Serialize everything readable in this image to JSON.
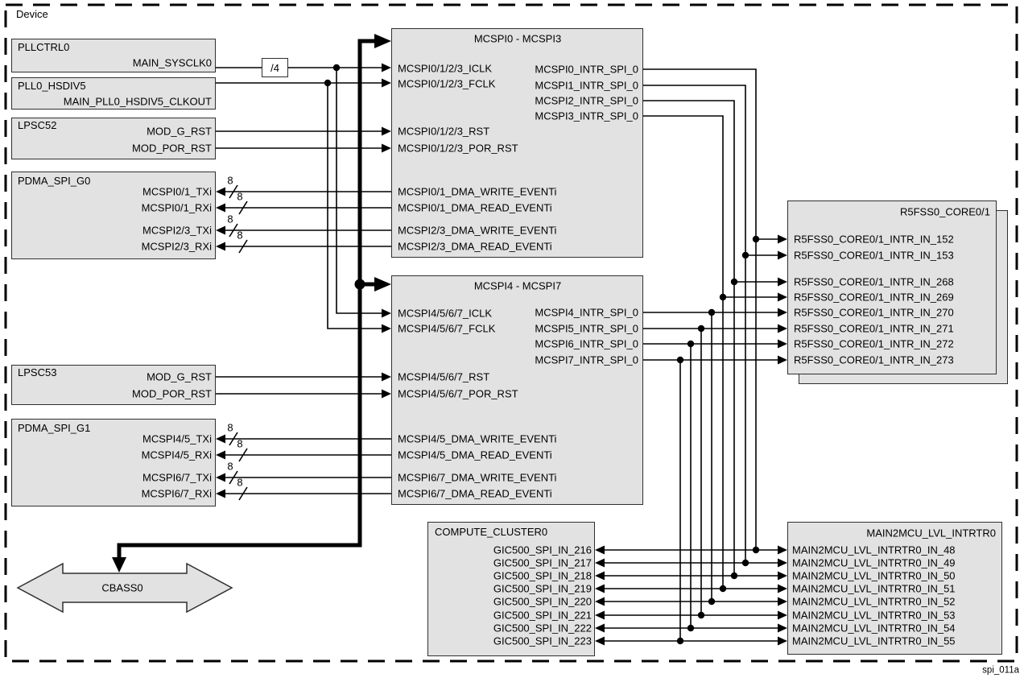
{
  "diagram": {
    "device_label": "Device",
    "figure_id": "spi_011a",
    "divider_label": "/4",
    "bus_width_label": "8",
    "colors": {
      "block_fill": "#e2e2e2",
      "line": "#000000",
      "background": "#ffffff"
    }
  },
  "blocks": {
    "pllctrl0": {
      "title": "PLLCTRL0",
      "ports": [
        "MAIN_SYSCLK0"
      ]
    },
    "pll0_hsdiv5": {
      "title": "PLL0_HSDIV5",
      "ports": [
        "MAIN_PLL0_HSDIV5_CLKOUT"
      ]
    },
    "lpsc52": {
      "title": "LPSC52",
      "ports": [
        "MOD_G_RST",
        "MOD_POR_RST"
      ]
    },
    "pdma_spi_g0": {
      "title": "PDMA_SPI_G0",
      "ports": [
        "MCSPI0/1_TXi",
        "MCSPI0/1_RXi",
        "MCSPI2/3_TXi",
        "MCSPI2/3_RXi"
      ]
    },
    "lpsc53": {
      "title": "LPSC53",
      "ports": [
        "MOD_G_RST",
        "MOD_POR_RST"
      ]
    },
    "pdma_spi_g1": {
      "title": "PDMA_SPI_G1",
      "ports": [
        "MCSPI4/5_TXi",
        "MCSPI4/5_RXi",
        "MCSPI6/7_TXi",
        "MCSPI6/7_RXi"
      ]
    },
    "mcspi0_3": {
      "title": "MCSPI0 - MCSPI3",
      "left_ports": [
        "MCSPI0/1/2/3_ICLK",
        "MCSPI0/1/2/3_FCLK",
        "MCSPI0/1/2/3_RST",
        "MCSPI0/1/2/3_POR_RST",
        "MCSPI0/1_DMA_WRITE_EVENTi",
        "MCSPI0/1_DMA_READ_EVENTi",
        "MCSPI2/3_DMA_WRITE_EVENTi",
        "MCSPI2/3_DMA_READ_EVENTi"
      ],
      "right_ports": [
        "MCSPI0_INTR_SPI_0",
        "MCSPI1_INTR_SPI_0",
        "MCSPI2_INTR_SPI_0",
        "MCSPI3_INTR_SPI_0"
      ]
    },
    "mcspi4_7": {
      "title": "MCSPI4 - MCSPI7",
      "left_ports": [
        "MCSPI4/5/6/7_ICLK",
        "MCSPI4/5/6/7_FCLK",
        "MCSPI4/5/6/7_RST",
        "MCSPI4/5/6/7_POR_RST",
        "MCSPI4/5_DMA_WRITE_EVENTi",
        "MCSPI4/5_DMA_READ_EVENTi",
        "MCSPI6/7_DMA_WRITE_EVENTi",
        "MCSPI6/7_DMA_READ_EVENTi"
      ],
      "right_ports": [
        "MCSPI4_INTR_SPI_0",
        "MCSPI5_INTR_SPI_0",
        "MCSPI6_INTR_SPI_0",
        "MCSPI7_INTR_SPI_0"
      ]
    },
    "r5fss0": {
      "title": "R5FSS0_CORE0/1",
      "ports": [
        "R5FSS0_CORE0/1_INTR_IN_152",
        "R5FSS0_CORE0/1_INTR_IN_153",
        "R5FSS0_CORE0/1_INTR_IN_268",
        "R5FSS0_CORE0/1_INTR_IN_269",
        "R5FSS0_CORE0/1_INTR_IN_270",
        "R5FSS0_CORE0/1_INTR_IN_271",
        "R5FSS0_CORE0/1_INTR_IN_272",
        "R5FSS0_CORE0/1_INTR_IN_273"
      ]
    },
    "compute_cluster0": {
      "title": "COMPUTE_CLUSTER0",
      "ports": [
        "GIC500_SPI_IN_216",
        "GIC500_SPI_IN_217",
        "GIC500_SPI_IN_218",
        "GIC500_SPI_IN_219",
        "GIC500_SPI_IN_220",
        "GIC500_SPI_IN_221",
        "GIC500_SPI_IN_222",
        "GIC500_SPI_IN_223"
      ]
    },
    "main2mcu": {
      "title": "MAIN2MCU_LVL_INTRTR0",
      "ports": [
        "MAIN2MCU_LVL_INTRTR0_IN_48",
        "MAIN2MCU_LVL_INTRTR0_IN_49",
        "MAIN2MCU_LVL_INTRTR0_IN_50",
        "MAIN2MCU_LVL_INTRTR0_IN_51",
        "MAIN2MCU_LVL_INTRTR0_IN_52",
        "MAIN2MCU_LVL_INTRTR0_IN_53",
        "MAIN2MCU_LVL_INTRTR0_IN_54",
        "MAIN2MCU_LVL_INTRTR0_IN_55"
      ]
    },
    "cbass0": {
      "title": "CBASS0"
    }
  }
}
